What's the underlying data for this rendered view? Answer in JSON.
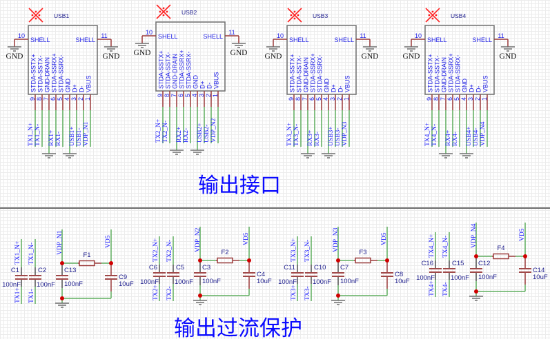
{
  "titles": {
    "connectors": "输出接口",
    "protection": "输出过流保护"
  },
  "colors": {
    "wire": "#5fae5f",
    "pin": "#9b3a3a",
    "component_outline": "#6e6e6e",
    "cap_lead": "#505050",
    "cap_plate": "#a04848",
    "junction": "#d00000",
    "no_erc_mark": "#ff2020",
    "ground": "#6e6e6e",
    "divider": "#6e6e6e"
  },
  "connectors": [
    {
      "designator": "USB1",
      "shell_label": "SHELL",
      "shell_left_pin": "10",
      "shell_right_pin": "11",
      "gnd_label": "GND",
      "pins": [
        {
          "number": "9",
          "name": "STDA-SSTX+",
          "net": "TX1_N+"
        },
        {
          "number": "8",
          "name": "STDA-SSTX-",
          "net": "TX1_N-"
        },
        {
          "number": "7",
          "name": "GND-DRAIN",
          "net": null,
          "ground": true
        },
        {
          "number": "6",
          "name": "STDA-SSRX+",
          "net": "RX1+"
        },
        {
          "number": "5",
          "name": "STDA-SSRX-",
          "net": "RX1-"
        },
        {
          "number": "4",
          "name": "GND",
          "net": null,
          "ground": true
        },
        {
          "number": "3",
          "name": "D+",
          "net": "USB1+"
        },
        {
          "number": "2",
          "name": "D-",
          "net": "USB1-"
        },
        {
          "number": "1",
          "name": "VBUS",
          "net": "VDP_N1"
        }
      ]
    },
    {
      "designator": "USB2",
      "shell_label": "SHELL",
      "shell_left_pin": "10",
      "shell_right_pin": "11",
      "gnd_label": "GND",
      "pins": [
        {
          "number": "9",
          "name": "STDA-SSTX+",
          "net": "TX2_N+"
        },
        {
          "number": "8",
          "name": "STDA-SSTX-",
          "net": "TX2_N-"
        },
        {
          "number": "7",
          "name": "GND-DRAIN",
          "net": null,
          "ground": true
        },
        {
          "number": "6",
          "name": "STDA-SSRX+",
          "net": "RX2+"
        },
        {
          "number": "5",
          "name": "STDA-SSRX-",
          "net": "RX2-"
        },
        {
          "number": "4",
          "name": "GND",
          "net": null,
          "ground": true
        },
        {
          "number": "3",
          "name": "D+",
          "net": "USB2+"
        },
        {
          "number": "2",
          "name": "D-",
          "net": "USB2-"
        },
        {
          "number": "1",
          "name": "VBUS",
          "net": "VDP_N2"
        }
      ]
    },
    {
      "designator": "USB3",
      "shell_label": "SHELL",
      "shell_left_pin": "10",
      "shell_right_pin": "11",
      "gnd_label": "GND",
      "pins": [
        {
          "number": "9",
          "name": "STDA-SSTX+",
          "net": "TX3_N+"
        },
        {
          "number": "8",
          "name": "STDA-SSTX-",
          "net": "TX3_N-"
        },
        {
          "number": "7",
          "name": "GND-DRAIN",
          "net": null,
          "ground": true
        },
        {
          "number": "6",
          "name": "STDA-SSRX+",
          "net": "RX3+"
        },
        {
          "number": "5",
          "name": "STDA-SSRX-",
          "net": "RX3-"
        },
        {
          "number": "4",
          "name": "GND",
          "net": null,
          "ground": true
        },
        {
          "number": "3",
          "name": "D+",
          "net": "USB3+"
        },
        {
          "number": "2",
          "name": "D-",
          "net": "USB3-"
        },
        {
          "number": "1",
          "name": "VBUS",
          "net": "VDP_N3"
        }
      ]
    },
    {
      "designator": "USB4",
      "shell_label": "SHELL",
      "shell_left_pin": "10",
      "shell_right_pin": "11",
      "gnd_label": "GND",
      "pins": [
        {
          "number": "9",
          "name": "STDA-SSTX+",
          "net": "TX4_N+"
        },
        {
          "number": "8",
          "name": "STDA-SSTX-",
          "net": "TX4_N-"
        },
        {
          "number": "7",
          "name": "GND-DRAIN",
          "net": null,
          "ground": true
        },
        {
          "number": "6",
          "name": "STDA-SSRX+",
          "net": "RX4+"
        },
        {
          "number": "5",
          "name": "STDA-SSRX-",
          "net": "RX4-"
        },
        {
          "number": "4",
          "name": "GND",
          "net": null,
          "ground": true
        },
        {
          "number": "3",
          "name": "D+",
          "net": "USB4+"
        },
        {
          "number": "2",
          "name": "D-",
          "net": "USB4-"
        },
        {
          "number": "1",
          "name": "VBUS",
          "net": "VDP_N4"
        }
      ]
    }
  ],
  "protection": [
    {
      "cap_a": {
        "designator": "C1",
        "value": "100nF",
        "net_top": "TX1_N+",
        "net_bottom": "TX1+"
      },
      "cap_b": {
        "designator": "C2",
        "value": "100nF",
        "net_top": "TX1_N-",
        "net_bottom": "TX1-"
      },
      "input_net": "VDP_N1",
      "output_net": "VD5",
      "fuse": "F1",
      "cap_in": {
        "designator": "C13",
        "value": "100nF"
      },
      "cap_out": {
        "designator": "C9",
        "value": "10uF"
      }
    },
    {
      "cap_a": {
        "designator": "C6",
        "value": "100nF",
        "net_top": "TX2_N+",
        "net_bottom": "TX2+"
      },
      "cap_b": {
        "designator": "C5",
        "value": "100nF",
        "net_top": "TX2_N-",
        "net_bottom": "TX2-"
      },
      "input_net": "VDP_N2",
      "output_net": "VD5",
      "fuse": "F2",
      "cap_in": {
        "designator": "C3",
        "value": "100nF"
      },
      "cap_out": {
        "designator": "C4",
        "value": "10uF"
      }
    },
    {
      "cap_a": {
        "designator": "C11",
        "value": "100nF",
        "net_top": "TX3_N+",
        "net_bottom": "TX3+"
      },
      "cap_b": {
        "designator": "C10",
        "value": "100nF",
        "net_top": "TX3_N-",
        "net_bottom": "TX3-"
      },
      "input_net": "VDP_N3",
      "output_net": "VD5",
      "fuse": "F3",
      "cap_in": {
        "designator": "C7",
        "value": "100nF"
      },
      "cap_out": {
        "designator": "C8",
        "value": "10uF"
      }
    },
    {
      "cap_a": {
        "designator": "C16",
        "value": "100nF",
        "net_top": "TX4_N+",
        "net_bottom": "TX4+"
      },
      "cap_b": {
        "designator": "C15",
        "value": "100nF",
        "net_top": "TX4_N-",
        "net_bottom": "TX4-"
      },
      "input_net": "VDP_N4",
      "output_net": "VD5",
      "fuse": "F4",
      "cap_in": {
        "designator": "C12",
        "value": "100nF"
      },
      "cap_out": {
        "designator": "C14",
        "value": "10uF"
      }
    }
  ]
}
